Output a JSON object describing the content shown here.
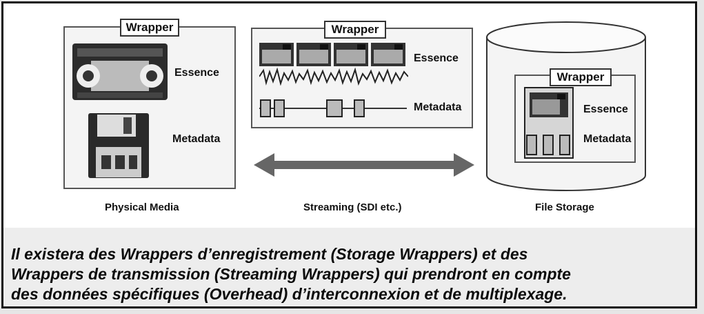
{
  "diagram": {
    "wrapper_label": "Wrapper",
    "essence_label": "Essence",
    "metadata_label": "Metadata",
    "captions": {
      "physical": "Physical Media",
      "streaming": "Streaming (SDI etc.)",
      "storage": "File Storage"
    },
    "colors": {
      "ink": "#111111",
      "arrow": "#666666",
      "box_border": "#555555"
    },
    "icons": [
      "videotape-icon",
      "floppy-disk-icon",
      "film-frames-icon",
      "waveform-icon",
      "metadata-blocks-icon",
      "double-arrow-icon",
      "storage-cylinder-icon"
    ]
  },
  "text": {
    "lines": [
      "Il existera des Wrappers d’enregistrement (Storage Wrappers) et des",
      "Wrappers de transmission (Streaming Wrappers) qui prendront en compte",
      "des données spécifiques (Overhead) d’interconnexion et de multiplexage."
    ]
  }
}
